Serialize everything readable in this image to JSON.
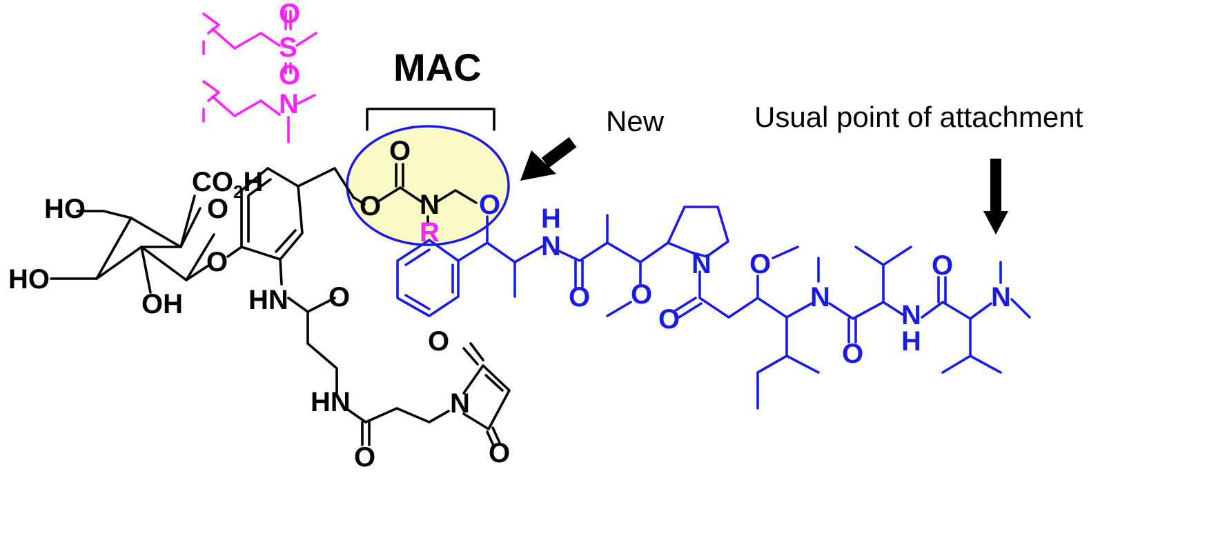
{
  "title": "MAC",
  "annotations": {
    "new": "New",
    "usual": "Usual point of attachment"
  },
  "colors": {
    "linker": "#000000",
    "payload": "#1a1ae6",
    "substituent": "#ff22ff",
    "highlight_fill": "#fbfbc8",
    "highlight_stroke": "#1a1ae6"
  },
  "labels": {
    "co2h": "CO",
    "co2h_sub": "2",
    "co2h_h": "H",
    "ho_top": "HO",
    "ho_bottom": "HO",
    "oh": "OH",
    "ring_o1": "O",
    "ring_o2": "O",
    "aryl_o": "O",
    "nh_amide": "HN",
    "amide_o": "O",
    "nh_linker": "HN",
    "linker_o": "O",
    "maleimide_n": "N",
    "maleimide_o_top": "O",
    "maleimide_o_bottom": "O",
    "carbamate_o_ester": "O",
    "carbamate_o_carbonyl": "O",
    "carbamate_n": "N",
    "r_group": "R",
    "ether_o": "O",
    "payload_nh_h": "H",
    "payload_nh_n": "N",
    "payload_amide_o1": "O",
    "payload_ome_o": "O",
    "pyrrolidine_n": "N",
    "payload_amide_o2": "O",
    "ome_o2": "O",
    "nme_n": "N",
    "payload_amide_o3": "O",
    "payload_nh2_n": "N",
    "payload_nh2_h": "H",
    "payload_amide_o4": "O",
    "nme2_n": "N",
    "sub_s": "S",
    "sub_o_top": "O",
    "sub_o_bottom": "O",
    "sub_n": "N"
  }
}
